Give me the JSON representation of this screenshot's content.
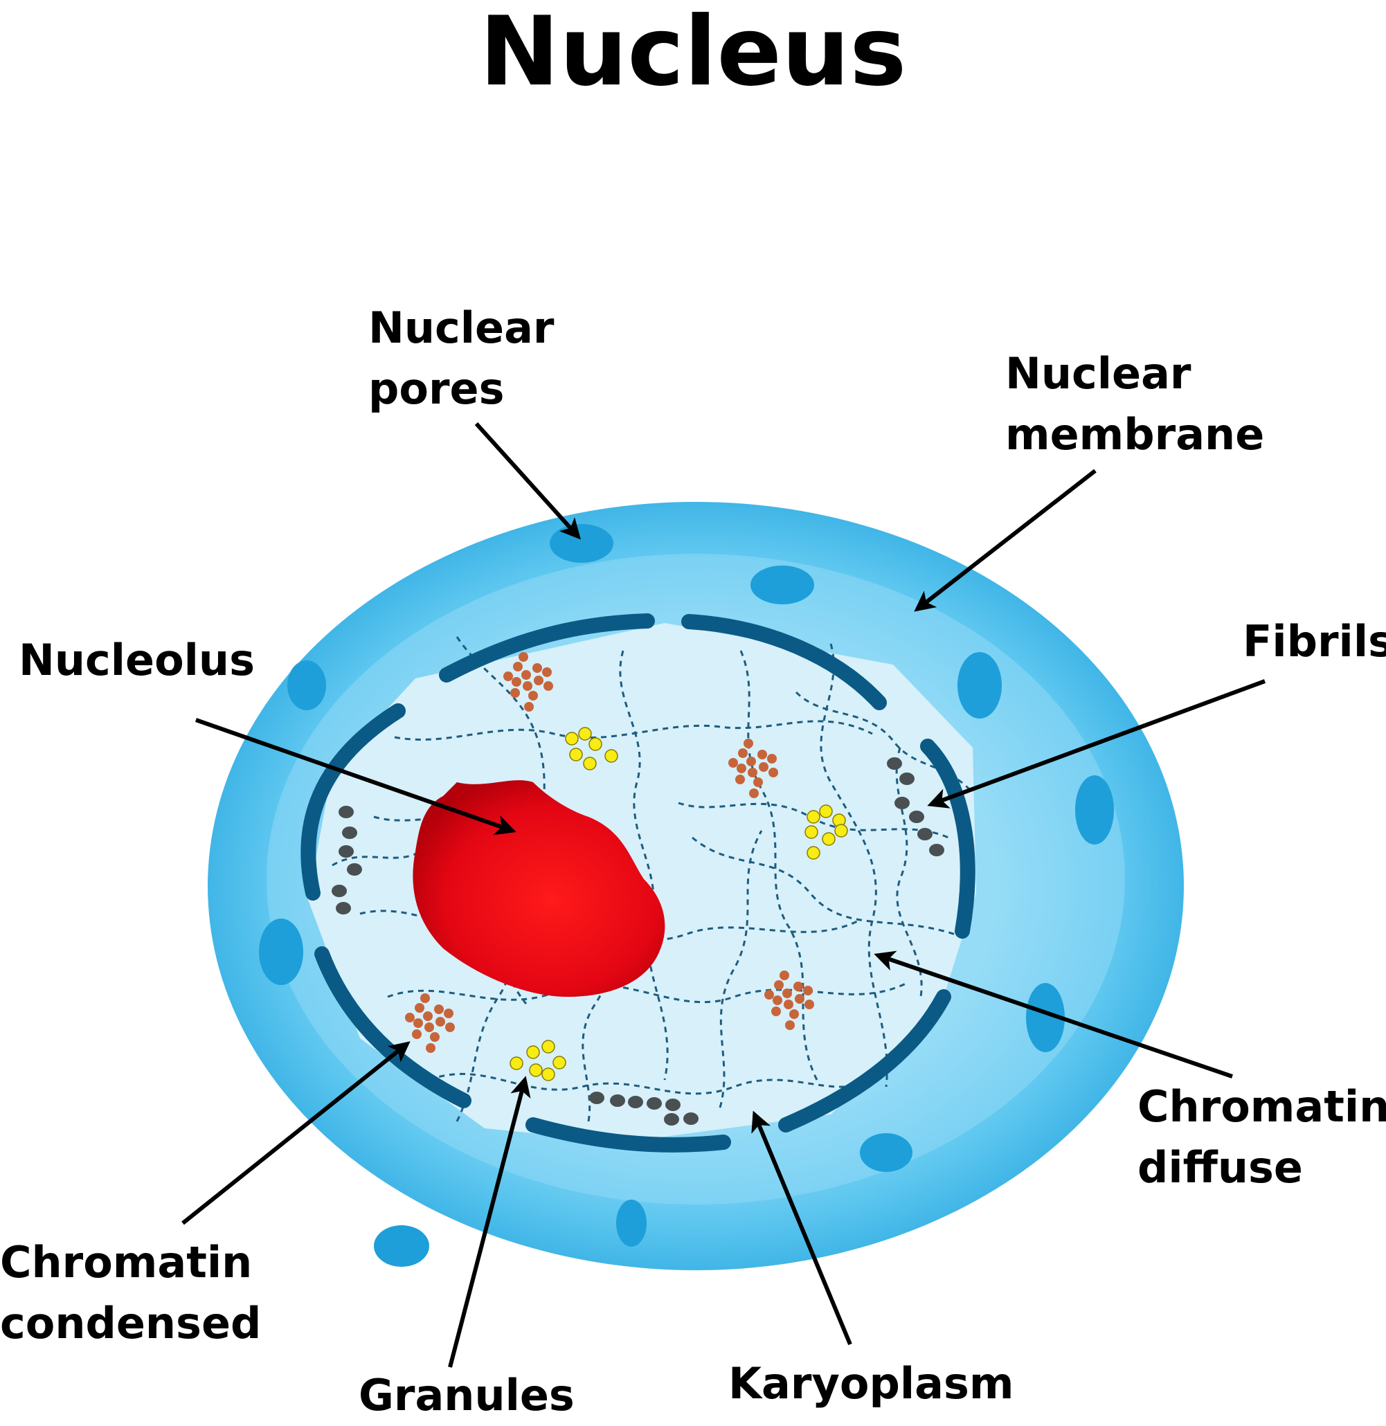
{
  "title": "Nucleus",
  "labels": {
    "nuclear_pores": [
      "Nuclear",
      "pores"
    ],
    "nuclear_membrane": [
      "Nuclear",
      "membrane"
    ],
    "nucleolus": [
      "Nucleolus"
    ],
    "fibrils": [
      "Fibrils"
    ],
    "chromatin_diffuse": [
      "Chromatin",
      "diffuse"
    ],
    "chromatin_condensed": [
      "Chromatin",
      "condensed"
    ],
    "granules": [
      "Granules"
    ],
    "karyoplasm": [
      "Karyoplasm"
    ]
  },
  "colors": {
    "membrane_outer": "#2aa8e0",
    "membrane_light": "#8fd8f5",
    "pore": "#1e9fd9",
    "inner_ring": "#0b5a86",
    "karyoplasm": "#d7f0fa",
    "fibril_line": "#1e5c7e",
    "nucleolus": "#e30613",
    "granule_orange": "#c8643a",
    "granule_yellow": "#f7ec13",
    "chromatin_dot": "#4a4f52",
    "arrow": "#000000"
  }
}
